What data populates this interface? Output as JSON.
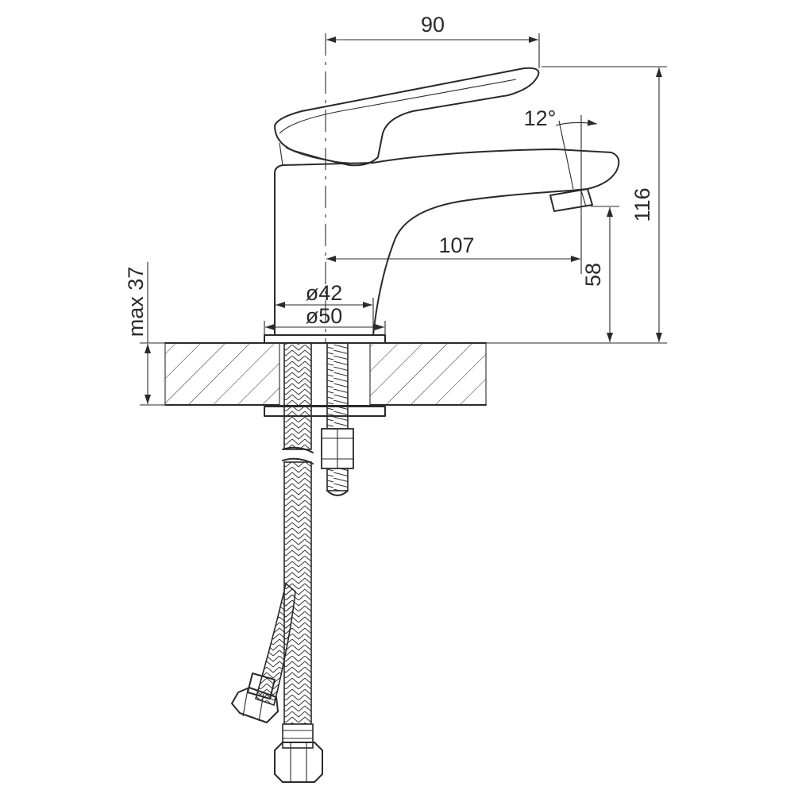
{
  "drawing": {
    "dimensions": {
      "handle_reach": "90",
      "spout_reach": "107",
      "total_height": "116",
      "spout_height": "58",
      "max_thickness": "max 37",
      "body_diameter": "ø42",
      "base_diameter": "ø50",
      "spout_angle": "12°"
    }
  }
}
